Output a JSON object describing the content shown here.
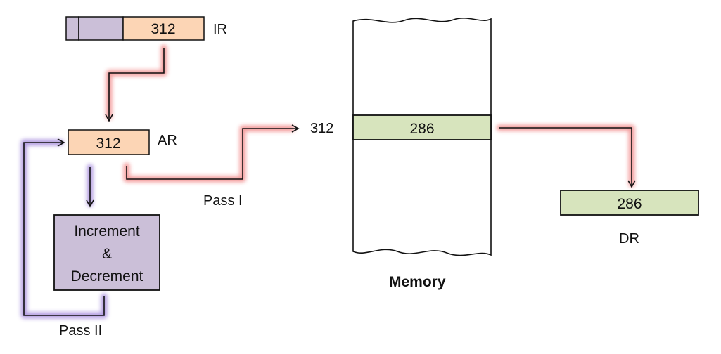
{
  "ir": {
    "field_value": "312",
    "label": "IR"
  },
  "ar": {
    "value": "312",
    "label": "AR"
  },
  "unit": {
    "line1": "Increment",
    "line2": "&",
    "line3": "Decrement"
  },
  "memory": {
    "address": "312",
    "cell_value": "286",
    "label": "Memory"
  },
  "dr": {
    "value": "286",
    "label": "DR"
  },
  "paths": {
    "pass_1": "Pass I",
    "pass_2": "Pass II"
  },
  "colors": {
    "opcode_fill": "#cbbfd8",
    "address_fill": "#fcd5b5",
    "data_fill": "#d7e4bd",
    "pass1_glow": "#f08080",
    "pass2_glow": "#9b7fd9"
  }
}
